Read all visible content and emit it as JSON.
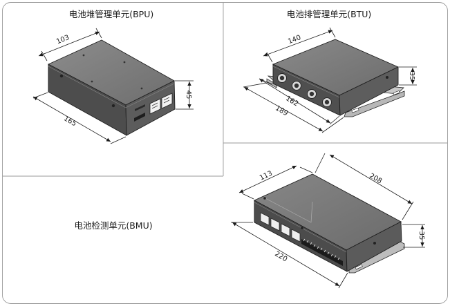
{
  "panels": [
    {
      "title": "电池堆管理单元(BPU)",
      "dims": {
        "width": "103",
        "length": "165",
        "height": "45"
      }
    },
    {
      "title": "电池排管理单元(BTU)",
      "dims": {
        "width": "140",
        "length_inner": "162",
        "length_outer": "189",
        "height": "35"
      }
    },
    {
      "title": "电池检测单元(BMU)",
      "dims": {
        "width": "113",
        "length_top": "208",
        "length_bottom": "220",
        "height": "35"
      }
    }
  ]
}
